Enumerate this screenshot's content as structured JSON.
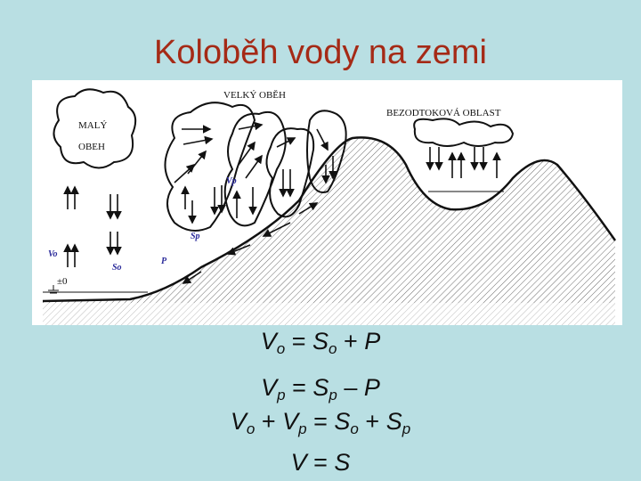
{
  "title": "Koloběh vody na zemi",
  "diagram": {
    "labels": {
      "big_cycle": "VELKÝ OBĚH",
      "small_cycle_1": "MALÝ",
      "small_cycle_2": "OBEH",
      "endorheic": "BEZODTOKOVÁ OBLAST",
      "vo": "Vo",
      "so": "So",
      "vp": "Vp",
      "sp": "Sp",
      "p": "P",
      "zero": "±0"
    }
  },
  "equations": [
    {
      "a": "V",
      "as": "o",
      "op1": "=",
      "b": "S",
      "bs": "o",
      "op2": "+",
      "c": "P",
      "cs": ""
    },
    {
      "a": "V",
      "as": "p",
      "op1": "=",
      "b": "S",
      "bs": "p",
      "op2": "–",
      "c": "P",
      "cs": ""
    },
    {
      "a": "V",
      "as": "o",
      "op1": "+",
      "b": "V",
      "bs": "p",
      "op2": "=",
      "c": "S",
      "cs": "o",
      "op3": "+",
      "d": "S",
      "ds": "p"
    },
    {
      "a": "V",
      "as": "",
      "op1": "=",
      "b": "S",
      "bs": ""
    }
  ]
}
